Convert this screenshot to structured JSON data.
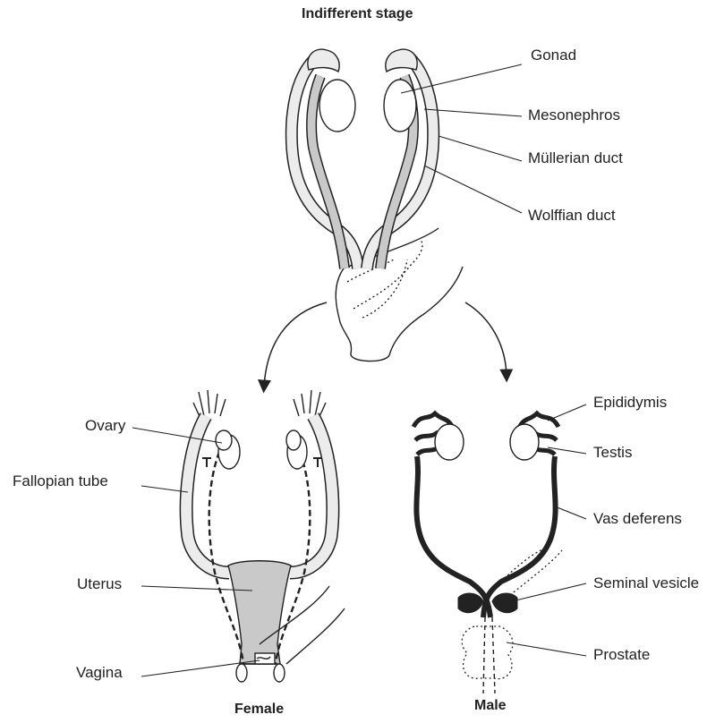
{
  "titles": {
    "indifferent": "Indifferent stage",
    "female": "Female",
    "male": "Male"
  },
  "labels": {
    "gonad": "Gonad",
    "mesonephros": "Mesonephros",
    "mullerian_duct": "Müllerian duct",
    "wolffian_duct": "Wolffian duct",
    "ovary": "Ovary",
    "fallopian_tube": "Fallopian tube",
    "uterus": "Uterus",
    "vagina": "Vagina",
    "epididymis": "Epididymis",
    "testis": "Testis",
    "vas_deferens": "Vas deferens",
    "seminal_vesicle": "Seminal vesicle",
    "prostate": "Prostate"
  },
  "colors": {
    "line": "#222222",
    "shade": "#c9c9c9",
    "light": "#ececec",
    "duct": "#333333"
  }
}
